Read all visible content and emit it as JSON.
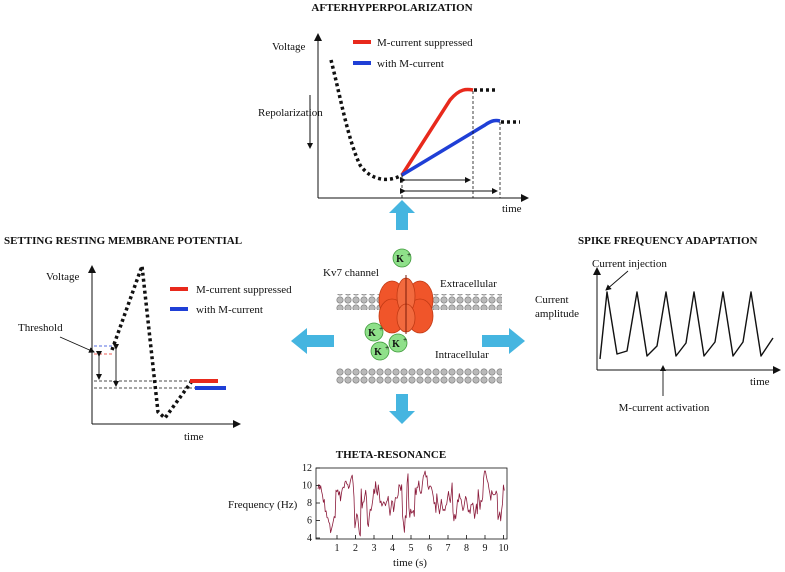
{
  "afterhyperpolarization": {
    "title": "AFTERHYPERPOLARIZATION",
    "ylabel": "Voltage",
    "arrow_label": "Repolarization",
    "xlabel": "time",
    "legend_suppressed": "M-current suppressed",
    "legend_with": "with M-current"
  },
  "resting_potential": {
    "title": "SETTING RESTING MEMBRANE POTENTIAL",
    "ylabel": "Voltage",
    "threshold_label": "Threshold",
    "xlabel": "time",
    "legend_suppressed": "M-current suppressed",
    "legend_with": "with M-current"
  },
  "spike_adaptation": {
    "title": "SPIKE FREQUENCY ADAPTATION",
    "annotation_top": "Current injection",
    "ylabel_line1": "Current",
    "ylabel_line2": "amplitude",
    "xlabel": "time",
    "annotation_bottom": "M-current activation"
  },
  "channel": {
    "label": "Kv7 channel",
    "extracellular": "Extracellular",
    "intracellular": "Intracellular",
    "ion": "K",
    "ion_charge": "+"
  },
  "theta_resonance": {
    "title": "THETA-RESONANCE",
    "ylabel": "Frequency (Hz)",
    "xlabel": "time (s)",
    "yticks": [
      "4",
      "6",
      "8",
      "10",
      "12"
    ],
    "xticks": [
      "1",
      "2",
      "3",
      "4",
      "5",
      "6",
      "7",
      "8",
      "9",
      "10"
    ]
  },
  "colors": {
    "suppressed": "#e8291c",
    "with_m_current": "#1f3fd6",
    "arrow": "#45b5e0",
    "channel": "#f0552a",
    "ion": "#8fe08a",
    "theta_trace": "#8a1a3a"
  }
}
